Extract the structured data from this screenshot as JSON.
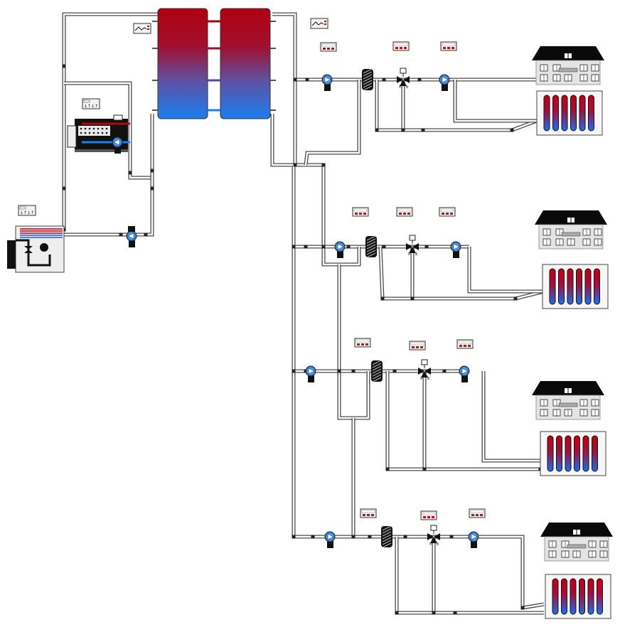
{
  "diagram": {
    "kind": "district heating hydraulic schematic",
    "storage_tanks": 2,
    "storage_gradient": {
      "top": "#b00010",
      "bottom": "#1a7ff0"
    },
    "pipe_color": "#4a4a4a",
    "sources": [
      {
        "name": "heat-pump",
        "icon": "heat-pump-icon"
      },
      {
        "name": "boiler",
        "icon": "boiler-icon"
      }
    ],
    "consumer_branches": [
      {
        "id": 1,
        "house_icon": "house-icon",
        "radiator_tubes": 6
      },
      {
        "id": 2,
        "house_icon": "house-icon",
        "radiator_tubes": 6
      },
      {
        "id": 3,
        "house_icon": "house-icon",
        "radiator_tubes": 6
      },
      {
        "id": 4,
        "house_icon": "house-icon",
        "radiator_tubes": 6
      }
    ],
    "branch_components": [
      "pump-icon",
      "heat-exchanger-icon",
      "three-way-valve-icon",
      "pump-icon",
      "controller-icon"
    ]
  }
}
